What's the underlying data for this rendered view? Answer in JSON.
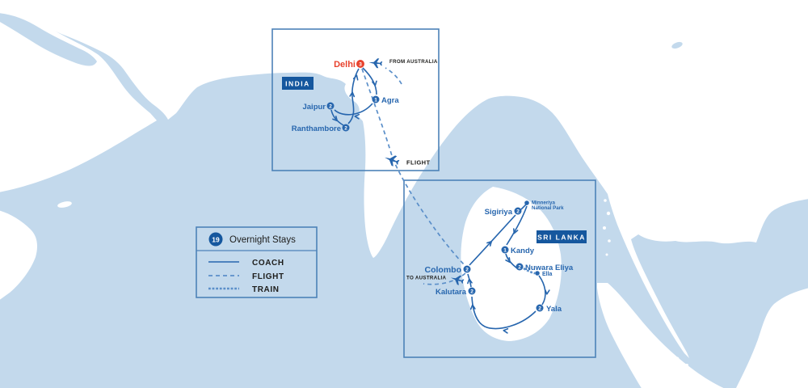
{
  "legend": {
    "total": "19",
    "title": "Overnight Stays",
    "coach": "COACH",
    "flight": "FLIGHT",
    "train": "TRAIN"
  },
  "regions": {
    "india": "INDIA",
    "sri_lanka": "SRI LANKA"
  },
  "notes": {
    "from_australia": "FROM AUSTRALIA",
    "to_australia": "TO AUSTRALIA",
    "flight": "FLIGHT"
  },
  "stops": {
    "delhi": {
      "name": "Delhi",
      "nights": "3"
    },
    "agra": {
      "name": "Agra",
      "nights": "1"
    },
    "jaipur": {
      "name": "Jaipur",
      "nights": "2"
    },
    "ranthambore": {
      "name": "Ranthambore",
      "nights": "2"
    },
    "sigiriya": {
      "name": "Sigiriya",
      "nights": "2"
    },
    "minneriya": {
      "line1": "Minneriya",
      "line2": "National Park"
    },
    "kandy": {
      "name": "Kandy",
      "nights": "1"
    },
    "nuwara_eliya": {
      "name": "Nuwara Eliya",
      "nights": "2"
    },
    "ella": {
      "name": "Ella"
    },
    "yala": {
      "name": "Yala",
      "nights": "2"
    },
    "kalutara": {
      "name": "Kalutara",
      "nights": "2"
    },
    "colombo": {
      "name": "Colombo",
      "nights": "2"
    }
  },
  "colors": {
    "sea": "#c3d9ec",
    "land": "#ffffff",
    "route": "#2766ae",
    "flight_route": "#5b8fc9",
    "delhi_red": "#e8432e",
    "region_box": "#15579e",
    "text_dark": "#1d1d1b"
  }
}
